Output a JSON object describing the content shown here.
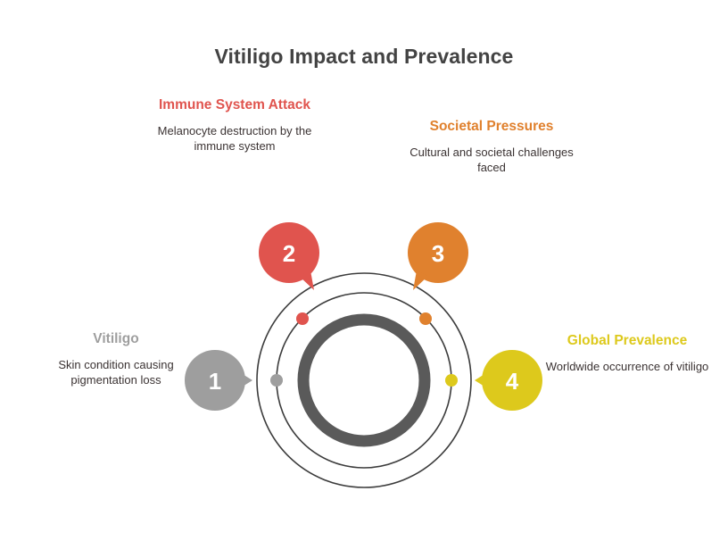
{
  "page": {
    "title": "Vitiligo Impact and Prevalence",
    "background_color": "#ffffff",
    "title_color": "#434343"
  },
  "colors": {
    "gray": "#9e9e9e",
    "red": "#e0544e",
    "orange": "#e0812e",
    "yellow": "#ddc91c",
    "ring_dark": "#5a5a5a",
    "ring_thin": "#3c3c3c",
    "body_text": "#3b3333"
  },
  "items": [
    {
      "number": "1",
      "heading": "Vitiligo",
      "description": "Skin condition causing pigmentation loss",
      "color": "#9e9e9e",
      "icon": "speech-bubble-badge",
      "tail": "right"
    },
    {
      "number": "2",
      "heading": "Immune System Attack",
      "description": "Melanocyte destruction by the immune system",
      "color": "#e0544e",
      "icon": "speech-bubble-badge",
      "tail": "bottom-right"
    },
    {
      "number": "3",
      "heading": "Societal Pressures",
      "description": "Cultural and societal challenges faced",
      "color": "#e0812e",
      "icon": "speech-bubble-badge",
      "tail": "bottom-left"
    },
    {
      "number": "4",
      "heading": "Global Prevalence",
      "description": "Worldwide occurrence of vitiligo",
      "color": "#ddc91c",
      "icon": "speech-bubble-badge",
      "tail": "left"
    }
  ]
}
